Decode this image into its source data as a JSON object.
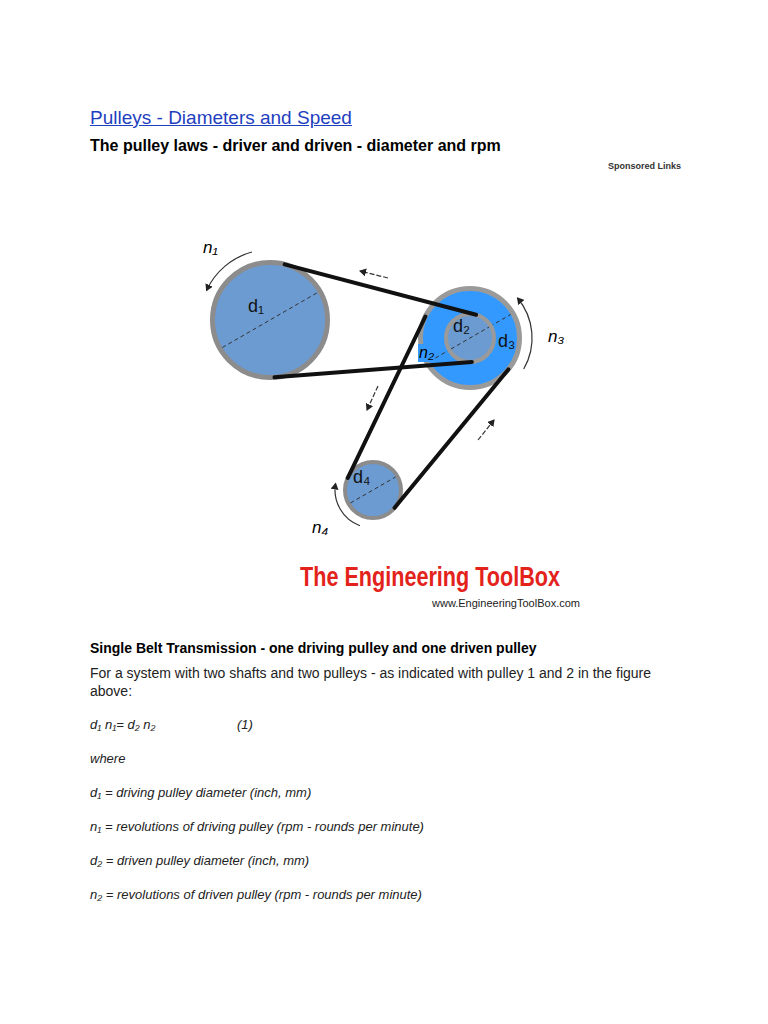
{
  "diagram": {
    "title": "Pulleys - Diameters and Speed",
    "nodes": [
      {
        "text": [
          "d₁"
        ]
      },
      {
        "text": [
          "d₃"
        ]
      },
      {
        "text": [
          "d₂"
        ],
        "in": 1
      },
      {
        "text": [
          "d₄"
        ]
      }
    ],
    "edges": [
      {
        "from": 0,
        "to": 2,
        "arrow": "none"
      },
      {
        "from": 1,
        "to": 3,
        "arrow": "none"
      }
    ],
    "labels": [
      "The pulley laws - driver and driven - diameter and rpm",
      "Sponsored Links",
      "n₁",
      "n₃",
      "n₂",
      "n₄",
      "The Engineering ToolBox",
      "www.EngineeringToolBox.com",
      "Single Belt Transmission - one driving pulley and one driven pulley",
      "For a system with two shafts and two pulleys - as indicated with pulley 1 and 2 in the figure above:",
      "d₁ n₁= d₂ n₂",
      "(1)",
      "where",
      "d₁ = driving pulley diameter (inch, mm)",
      "n₁ = revolutions of driving pulley (rpm - rounds per minute)",
      "d₂ = driven pulley diameter (inch, mm)",
      "n₂ = revolutions of driven pulley (rpm - rounds per minute)"
    ]
  }
}
